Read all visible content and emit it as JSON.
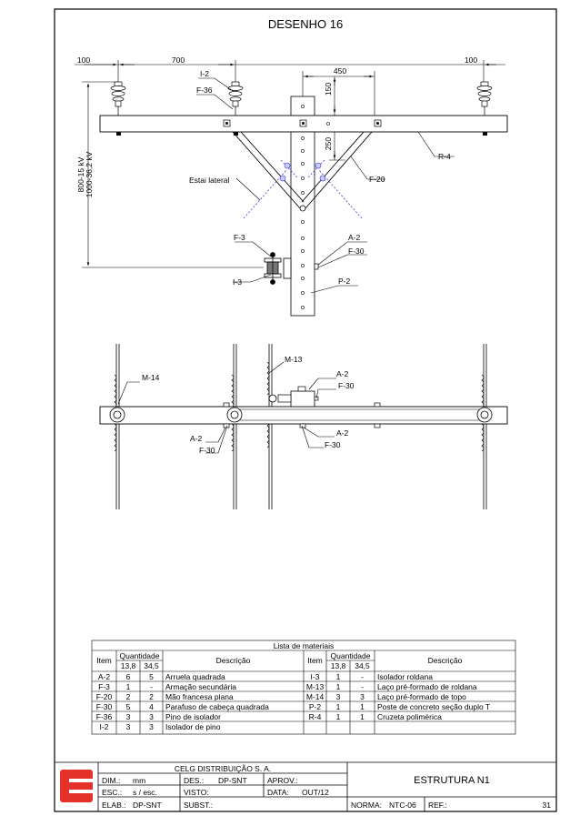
{
  "drawing_title": "DESENHO 16",
  "dimensions": {
    "left_offset": "100",
    "span": "700",
    "right_offset": "100",
    "bracket_width": "450",
    "top_gap": "150",
    "lower_gap": "250",
    "height_a": "800-15 kV",
    "height_b": "1000-36,2 kV"
  },
  "elevation_labels": {
    "i2": "I-2",
    "f36": "F-36",
    "r4": "R-4",
    "f20": "F-20",
    "estai": "Estai lateral",
    "f3": "F-3",
    "a2": "A-2",
    "f30": "F-30",
    "i3": "I-3",
    "p2": "P-2"
  },
  "plan_labels": {
    "m14": "M-14",
    "m13": "M-13",
    "a2_top": "A-2",
    "f30_top": "F-30",
    "a2_left": "A-2",
    "f30_left": "F-30",
    "a2_bottom": "A-2",
    "f30_bottom": "F-30"
  },
  "materials": {
    "caption": "Lista de materiais",
    "col_item": "Item",
    "col_qty": "Quantidade",
    "col_v1": "13,8",
    "col_v2": "34,5",
    "col_desc": "Descrição",
    "left_rows": [
      {
        "item": "A-2",
        "q1": "6",
        "q2": "5",
        "desc": "Arruela quadrada"
      },
      {
        "item": "F-3",
        "q1": "1",
        "q2": "-",
        "desc": "Armação secundária"
      },
      {
        "item": "F-20",
        "q1": "2",
        "q2": "2",
        "desc": "Mão francesa plana"
      },
      {
        "item": "F-30",
        "q1": "5",
        "q2": "4",
        "desc": "Parafuso de cabeça quadrada"
      },
      {
        "item": "F-36",
        "q1": "3",
        "q2": "3",
        "desc": "Pino de isolador"
      },
      {
        "item": "I-2",
        "q1": "3",
        "q2": "3",
        "desc": "Isolador de pino"
      }
    ],
    "right_rows": [
      {
        "item": "I-3",
        "q1": "1",
        "q2": "-",
        "desc": "Isolador roldana"
      },
      {
        "item": "M-13",
        "q1": "1",
        "q2": "-",
        "desc": "Laço pré-formado de roldana"
      },
      {
        "item": "M-14",
        "q1": "3",
        "q2": "3",
        "desc": "Laço pré-formado de topo"
      },
      {
        "item": "P-2",
        "q1": "1",
        "q2": "1",
        "desc": "Poste de concreto seção duplo T"
      },
      {
        "item": "R-4",
        "q1": "1",
        "q2": "1",
        "desc": "Cruzeta polimérica"
      }
    ]
  },
  "title_block": {
    "company": "CELG DISTRIBUIÇÃO S. A.",
    "dim_label": "DIM.:",
    "dim_value": "mm",
    "des_label": "DES.:",
    "des_value": "DP-SNT",
    "aprov_label": "APROV.:",
    "esc_label": "ESC.:",
    "esc_value": "s / esc.",
    "visto_label": "VISTO:",
    "data_label": "DATA:",
    "data_value": "OUT/12",
    "elab_label": "ELAB.:",
    "elab_value": "DP-SNT",
    "subst_label": "SUBST.:",
    "structure": "ESTRUTURA N1",
    "norma_label": "NORMA:",
    "norma_value": "NTC-06",
    "ref_label": "REF.:",
    "page": "31"
  },
  "colors": {
    "logo_red": "#e4322b",
    "dashed_blue": "#3a3ad8",
    "hardware_blue": "#9aa6ff"
  }
}
